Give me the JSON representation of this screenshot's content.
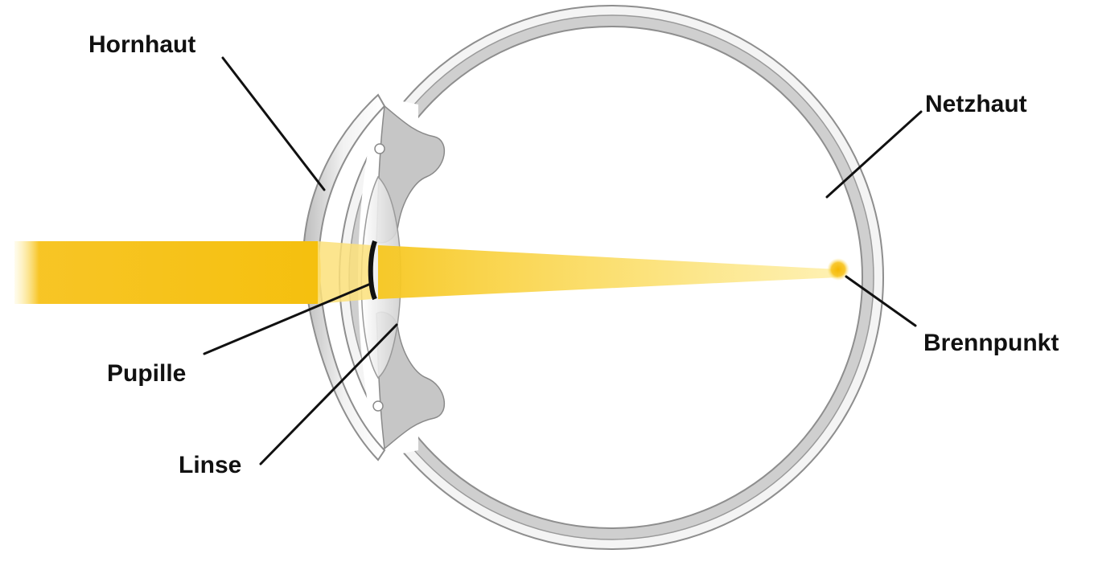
{
  "labels": {
    "cornea": "Hornhaut",
    "pupil": "Pupille",
    "lens": "Linse",
    "retina": "Netzhaut",
    "focal_point": "Brennpunkt"
  },
  "colors": {
    "light_beam": "#f7c21a",
    "light_beam_fade": "#fde98a",
    "focal_point": "#f5b700",
    "eye_outline": "#8e8e8e",
    "eye_tissue": "#c9c9c9",
    "eye_tissue_light": "#e6e6e6",
    "label_text": "#111111"
  }
}
